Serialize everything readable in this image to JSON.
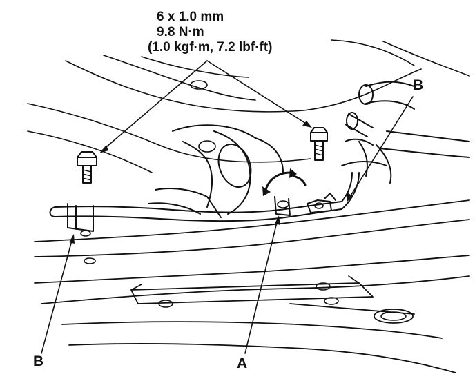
{
  "spec": {
    "size": "6 x 1.0 mm",
    "torque_nm": "9.8 N·m",
    "torque_alt": "(1.0 kgf·m, 7.2 lbf·ft)"
  },
  "callouts": {
    "a": "A",
    "b_top_right": "B",
    "b_bottom_left": "B"
  }
}
